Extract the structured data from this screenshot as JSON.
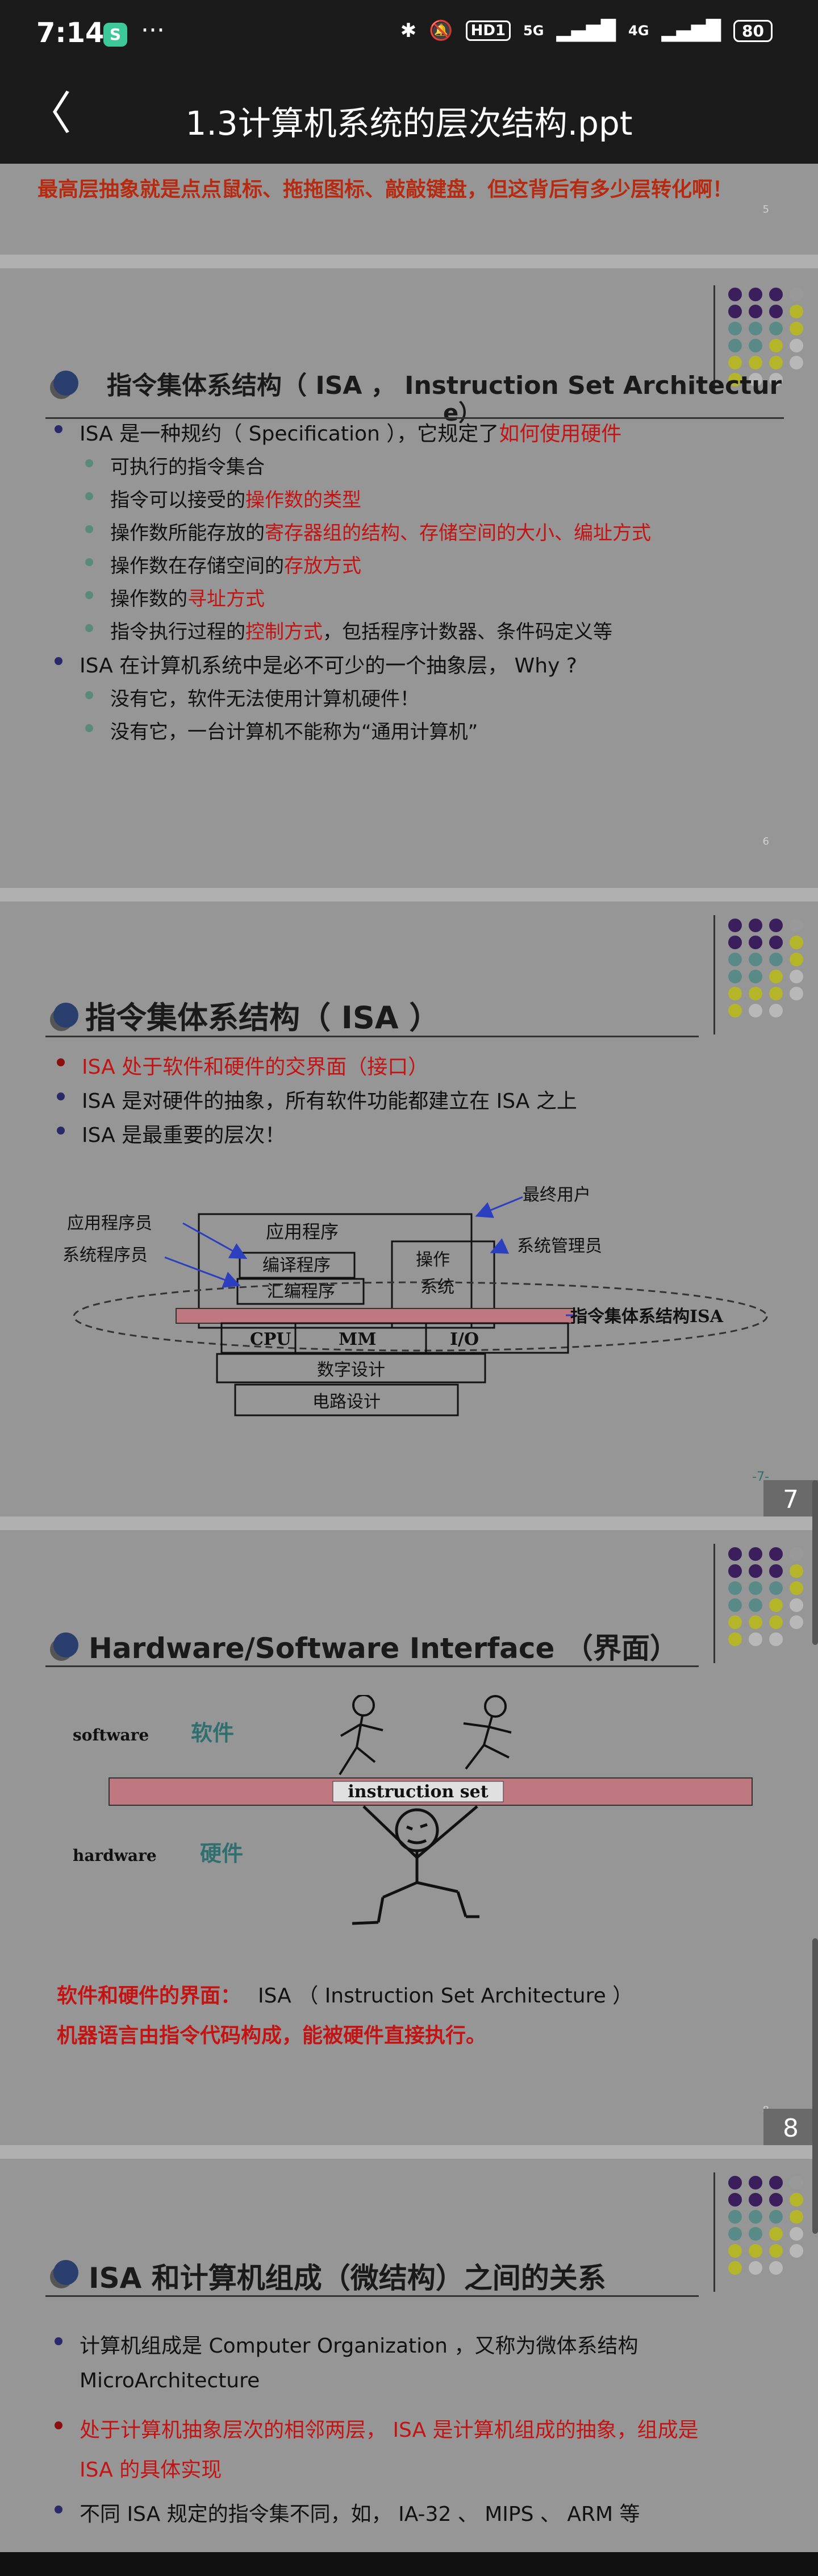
{
  "status": {
    "time": "7:14",
    "app_badge": "S",
    "dots": "···",
    "bluetooth": "✱",
    "mute": "🔕",
    "hd": "HD1",
    "net5g": "5G",
    "net4g": "4G",
    "battery": "80"
  },
  "titlebar": {
    "back": "〈",
    "title": "1.3计算机系统的层次结构.ppt"
  },
  "slide5": {
    "text": "最高层抽象就是点点鼠标、拖拖图标、敲敲键盘，但这背后有多少层转化啊！",
    "num": "5"
  },
  "slide6": {
    "title": "指令集体系结构（ ISA ， Instruction Set Architectur",
    "title_wrap": "e）",
    "b1_pre": "ISA 是一种规约（ Specification ），它规定了",
    "b1_red": "如何使用硬件",
    "s1": "可执行的指令集合",
    "s2_pre": "指令可以接受的",
    "s2_red": "操作数的类型",
    "s3_pre": "操作数所能存放的",
    "s3_red": "寄存器组的结构、存储空间的大小、编址方式",
    "s4_pre": "操作数在存储空间的",
    "s4_red": "存放方式",
    "s5_pre": "操作数的",
    "s5_red": "寻址方式",
    "s6_pre": "指令执行过程的",
    "s6_red": "控制方式",
    "s6_post": "，包括程序计数器、条件码定义等",
    "b2": "ISA 在计算机系统中是必不可少的一个抽象层， Why ?",
    "s7": "没有它，软件无法使用计算机硬件！",
    "s8": "没有它，一台计算机不能称为“通用计算机”",
    "num": "6"
  },
  "slide7": {
    "title": "指令集体系结构（ ISA ）",
    "b1": "ISA 处于软件和硬件的交界面（接口）",
    "b2": "ISA 是对硬件的抽象，所有软件功能都建立在 ISA 之上",
    "b3": "ISA 是最重要的层次！",
    "d_user": "最终用户",
    "d_sysadmin": "系统管理员",
    "d_appprog": "应用程序员",
    "d_sysprog": "系统程序员",
    "d_app": "应用程序",
    "d_compiler": "编译程序",
    "d_asm": "汇编程序",
    "d_os1": "操作",
    "d_os2": "系统",
    "d_isa": "指令集体系结构ISA",
    "d_cpu": "CPU",
    "d_mm": "MM",
    "d_io": "I/O",
    "d_digital": "数字设计",
    "d_circuit": "电路设计",
    "num": "-7-",
    "page": "7"
  },
  "slide8": {
    "title": "Hardware/Software  Interface （界面）",
    "software": "software",
    "software_cn": "软件",
    "hardware": "hardware",
    "hardware_cn": "硬件",
    "bar": "instruction set",
    "l1_red": "软件和硬件的界面：",
    "l1_post": "ISA （ Instruction Set Architecture ）",
    "l2": "机器语言由指令代码构成，能被硬件直接执行。",
    "num": "8",
    "page": "8"
  },
  "slide9": {
    "title": "ISA 和计算机组成（微结构）之间的关系",
    "b1a": "计算机组成是 Computer Organization ，又称为微体系结构",
    "b1b": "MicroArchitecture",
    "b2a": "处于计算机抽象层次的相邻两层， ISA 是计算机组成的抽象，组成是",
    "b2b": "ISA 的具体实现",
    "b3": "不同 ISA 规定的指令集不同，如， IA-32 、 MIPS 、 ARM 等"
  },
  "colors": {
    "purple": "#3a1f5c",
    "teal": "#5a8a88",
    "olive": "#b5b52a",
    "gray": "#b8b8b8",
    "red": "#c41313"
  }
}
